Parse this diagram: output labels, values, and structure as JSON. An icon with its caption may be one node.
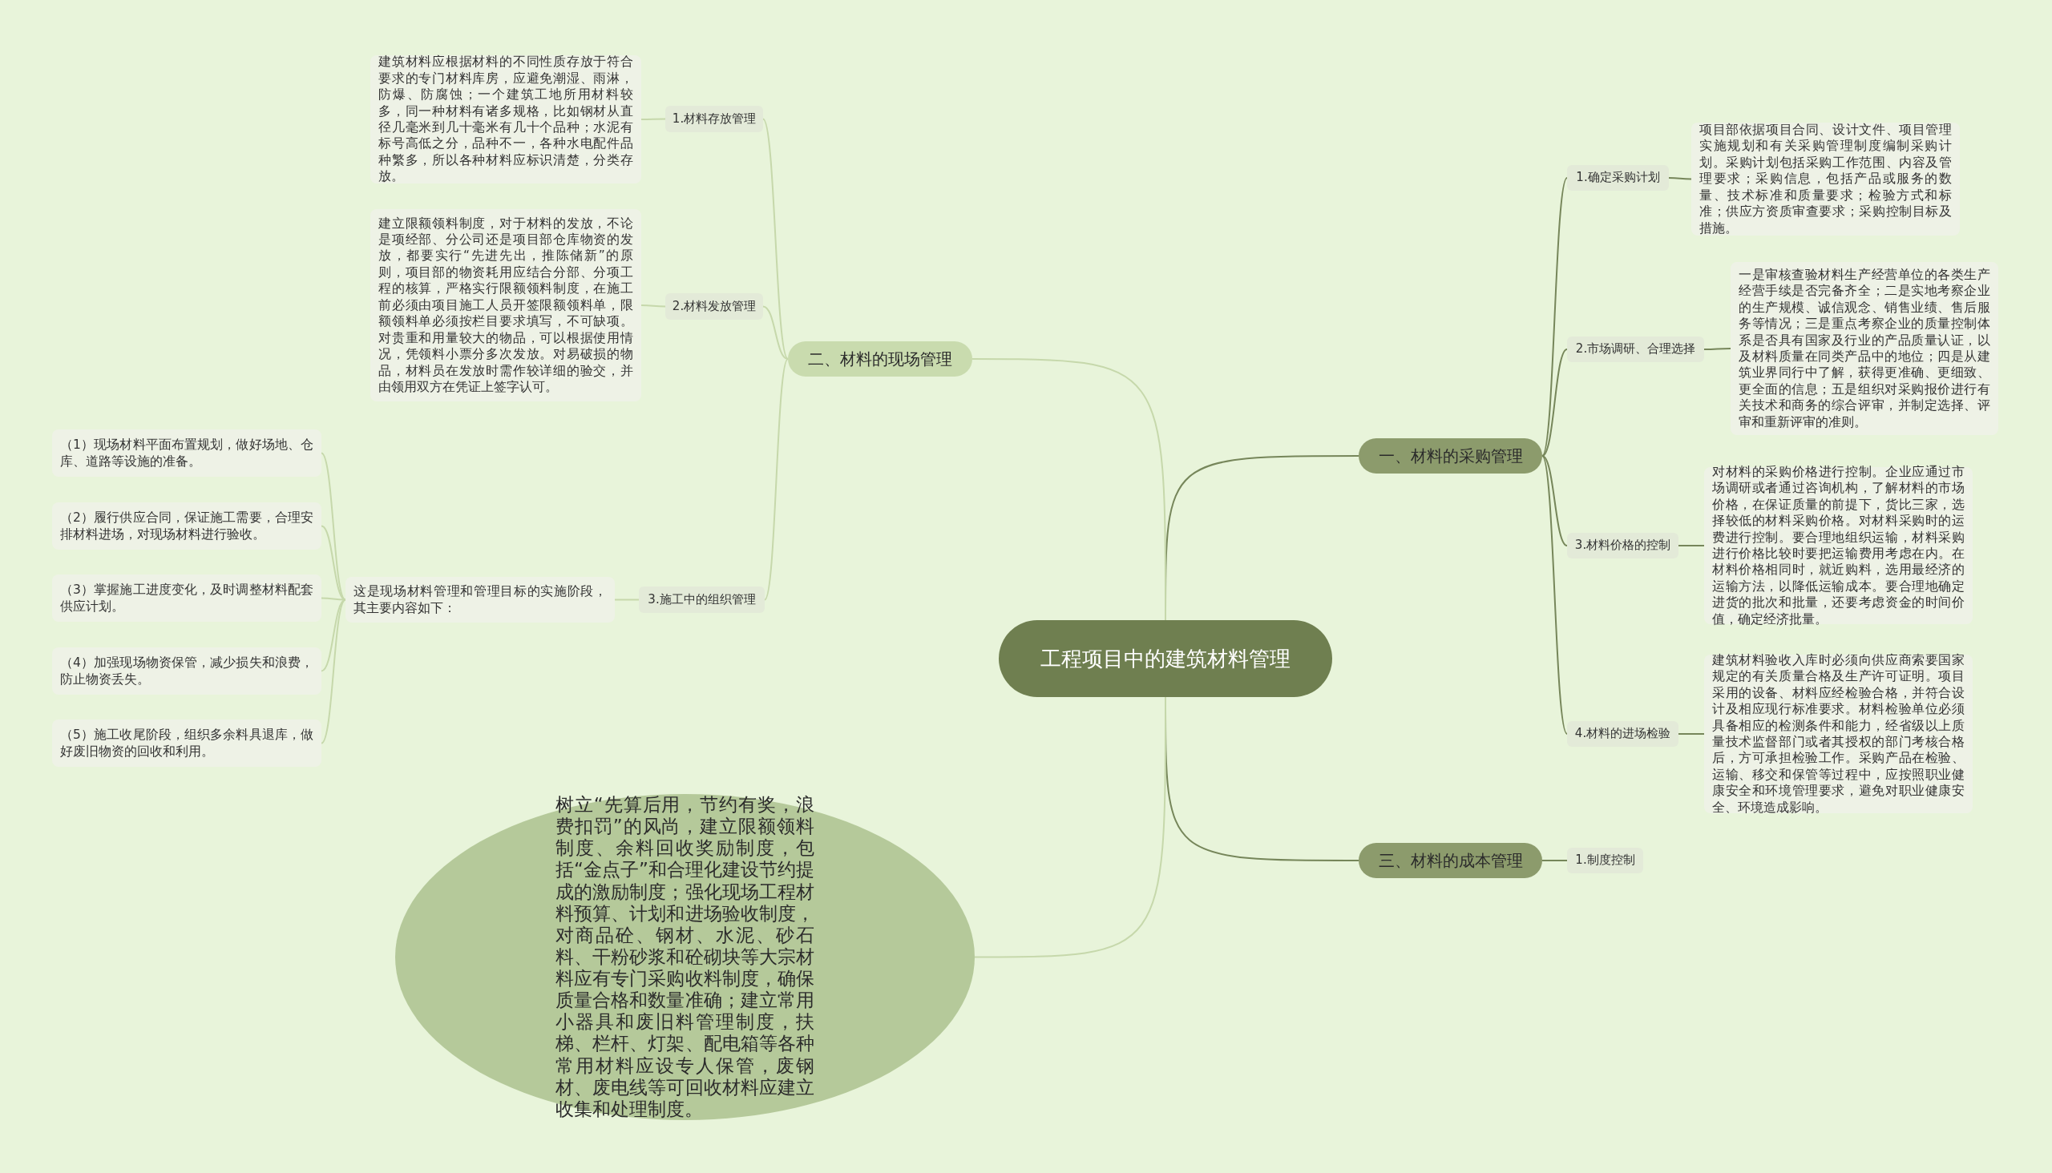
{
  "diagram": {
    "nodes": [
      {
        "text": [
          "工程项目中的建筑材料管理"
        ]
      },
      {
        "text": [
          "一、材料的采购管理"
        ]
      },
      {
        "text": [
          "1.确定采购计划"
        ]
      },
      {
        "text": [
          "项目部依据项目合同、设计文件、项目管理实施规划和有关采购管理制度编制采购计划。采购计划包括采购工作范围、内容及管理要求；采购信息，包括产品或服务的数量、技术标准和质量要求；检验方式和标准；供应方资质审查要求；采购控制目标及措施。"
        ]
      },
      {
        "text": [
          "2.市场调研、合理选择"
        ]
      },
      {
        "text": [
          "一是审核查验材料生产经营单位的各类生产经营手续是否完备齐全；二是实地考察企业的生产规模、诚信观念、销售业绩、售后服务等情况；三是重点考察企业的质量控制体系是否具有国家及行业的产品质量认证，以及材料质量在同类产品中的地位；四是从建筑业界同行中了解，获得更准确、更细致、更全面的信息；五是组织对采购报价进行有关技术和商务的综合评审，并制定选择、评审和重新评审的准则。"
        ]
      },
      {
        "text": [
          "3.材料价格的控制"
        ]
      },
      {
        "text": [
          "对材料的采购价格进行控制。企业应通过市场调研或者通过咨询机构，了解材料的市场价格，在保证质量的前提下，货比三家，选择较低的材料采购价格。对材料采购时的运费进行控制。要合理地组织运输，材料采购进行价格比较时要把运输费用考虑在内。在材料价格相同时，就近购料，选用最经济的运输方法，以降低运输成本。要合理地确定进货的批次和批量，还要考虑资金的时间价值，确定经济批量。"
        ]
      },
      {
        "text": [
          "4.材料的进场检验"
        ]
      },
      {
        "text": [
          "建筑材料验收入库时必须向供应商索要国家规定的有关质量合格及生产许可证明。项目采用的设备、材料应经检验合格，并符合设计及相应现行标准要求。材料检验单位必须具备相应的检测条件和能力，经省级以上质量技术监督部门或者其授权的部门考核合格后，方可承担检验工作。采购产品在检验、运输、移交和保管等过程中，应按照职业健康安全和环境管理要求，避免对职业健康安全、环境造成影响。"
        ]
      },
      {
        "text": [
          "三、材料的成本管理"
        ]
      },
      {
        "text": [
          "1.制度控制"
        ]
      },
      {
        "text": [
          "二、材料的现场管理"
        ]
      },
      {
        "text": [
          "1.材料存放管理"
        ]
      },
      {
        "text": [
          "建筑材料应根据材料的不同性质存放于符合要求的专门材料库房，应避免潮湿、雨淋，防爆、防腐蚀；一个建筑工地所用材料较多，同一种材料有诸多规格，比如钢材从直径几毫米到几十毫米有几十个品种；水泥有标号高低之分，品种不一，各种水电配件品种繁多，所以各种材料应标识清楚，分类存放。"
        ]
      },
      {
        "text": [
          "2.材料发放管理"
        ]
      },
      {
        "text": [
          "建立限额领料制度，对于材料的发放，不论是项经部、分公司还是项目部仓库物资的发放，都要实行“先进先出，推陈储新”的原则，项目部的物资耗用应结合分部、分项工程的核算，严格实行限额领料制度，在施工前必须由项目施工人员开签限额领料单，限额领料单必须按栏目要求填写，不可缺项。对贵重和用量较大的物品，可以根据使用情况，凭领料小票分多次发放。对易破损的物品，材料员在发放时需作较详细的验交，并由领用双方在凭证上签字认可。"
        ]
      },
      {
        "text": [
          "3.施工中的组织管理"
        ]
      },
      {
        "text": [
          "这是现场材料管理和管理目标的实施阶段，其主要内容如下："
        ]
      },
      {
        "text": [
          "（1）现场材料平面布置规划，做好场地、仓库、道路等设施的准备。"
        ]
      },
      {
        "text": [
          "（2）履行供应合同，保证施工需要，合理安排材料进场，对现场材料进行验收。"
        ]
      },
      {
        "text": [
          "（3）掌握施工进度变化，及时调整材料配套供应计划。"
        ]
      },
      {
        "text": [
          "（4）加强现场物资保管，减少损失和浪费，防止物资丢失。"
        ]
      },
      {
        "text": [
          "（5）施工收尾阶段，组织多余料具退库，做好废旧物资的回收和利用。"
        ]
      },
      {
        "text": [
          "树立“先算后用，节约有奖，浪费扣罚”的风尚，建立限额领料制度、余料回收奖励制度，包括“金点子”和合理化建设节约提成的激励制度；强化现场工程材料预算、计划和进场验收制度，对商品砼、钢材、水泥、砂石料、干粉砂浆和砼砌块等大宗材料应有专门采购收料制度，确保质量合格和数量准确；建立常用小器具和废旧料管理制度，扶梯、栏杆、灯架、配电箱等各种常用材料应设专人保管，废钢材、废电线等可回收材料应建立收集和处理制度。"
        ]
      }
    ],
    "edges": [
      {
        "from": 0,
        "to": 1,
        "arrow": "none",
        "color": "#76865a"
      },
      {
        "from": 1,
        "to": 2,
        "arrow": "none",
        "color": "#76865a"
      },
      {
        "from": 2,
        "to": 3,
        "arrow": "none",
        "color": "#76865a"
      },
      {
        "from": 1,
        "to": 4,
        "arrow": "none",
        "color": "#76865a"
      },
      {
        "from": 4,
        "to": 5,
        "arrow": "none",
        "color": "#76865a"
      },
      {
        "from": 1,
        "to": 6,
        "arrow": "none",
        "color": "#76865a"
      },
      {
        "from": 6,
        "to": 7,
        "arrow": "none",
        "color": "#76865a"
      },
      {
        "from": 1,
        "to": 8,
        "arrow": "none",
        "color": "#76865a"
      },
      {
        "from": 8,
        "to": 9,
        "arrow": "none",
        "color": "#76865a"
      },
      {
        "from": 0,
        "to": 10,
        "arrow": "none",
        "color": "#76865a"
      },
      {
        "from": 10,
        "to": 11,
        "arrow": "none",
        "color": "#76865a"
      },
      {
        "from": 0,
        "to": 12,
        "arrow": "none"
      },
      {
        "from": 12,
        "to": 13,
        "arrow": "none"
      },
      {
        "from": 13,
        "to": 14,
        "arrow": "none"
      },
      {
        "from": 12,
        "to": 15,
        "arrow": "none"
      },
      {
        "from": 15,
        "to": 16,
        "arrow": "none"
      },
      {
        "from": 12,
        "to": 17,
        "arrow": "none"
      },
      {
        "from": 17,
        "to": 18,
        "arrow": "none"
      },
      {
        "from": 18,
        "to": 19,
        "arrow": "none"
      },
      {
        "from": 18,
        "to": 20,
        "arrow": "none"
      },
      {
        "from": 18,
        "to": 21,
        "arrow": "none"
      },
      {
        "from": 18,
        "to": 22,
        "arrow": "none"
      },
      {
        "from": 18,
        "to": 23,
        "arrow": "none"
      },
      {
        "from": 0,
        "to": 24,
        "arrow": "none"
      }
    ]
  }
}
